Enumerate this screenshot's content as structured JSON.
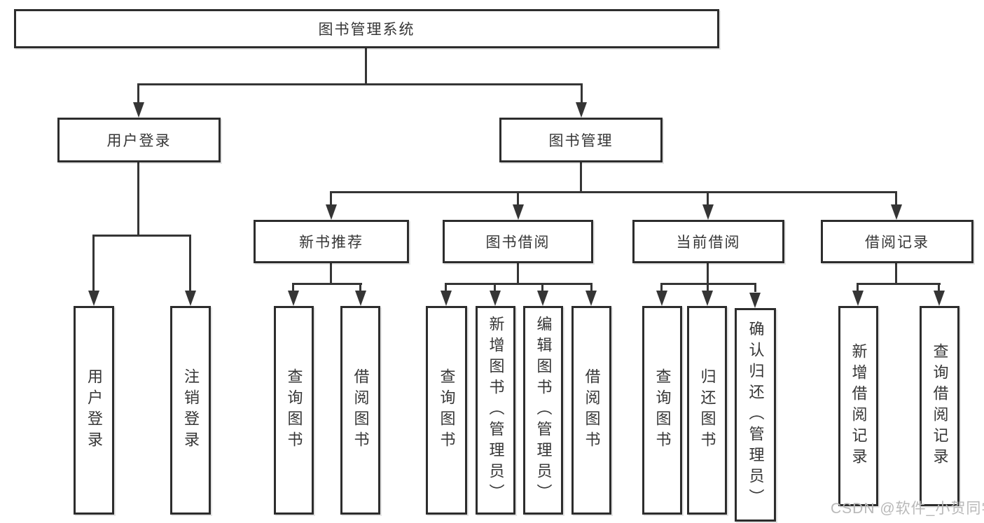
{
  "diagram": {
    "root": {
      "label": "图书管理系统"
    },
    "branches": {
      "user_login": {
        "label": "用户登录",
        "children": [
          "用户登录",
          "注销登录"
        ]
      },
      "book_management": {
        "label": "图书管理",
        "children": {
          "new_book_recommend": {
            "label": "新书推荐",
            "children": [
              "查询图书",
              "借阅图书"
            ]
          },
          "book_borrow": {
            "label": "图书借阅",
            "children": [
              "查询图书",
              "新增图书（管理员）",
              "编辑图书（管理员）",
              "借阅图书"
            ]
          },
          "current_borrow": {
            "label": "当前借阅",
            "children": [
              "查询图书",
              "归还图书",
              "确认归还（管理员）"
            ]
          },
          "borrow_record": {
            "label": "借阅记录",
            "children": [
              "新增借阅记录",
              "查询借阅记录"
            ]
          }
        }
      }
    }
  },
  "watermark": {
    "text": "CSDN @软件_小贺同学",
    "color": "#b8b8b8"
  },
  "colors": {
    "line": "#353535",
    "border": "#2d2d2d",
    "background": "#ffffff",
    "text": "#363636"
  }
}
